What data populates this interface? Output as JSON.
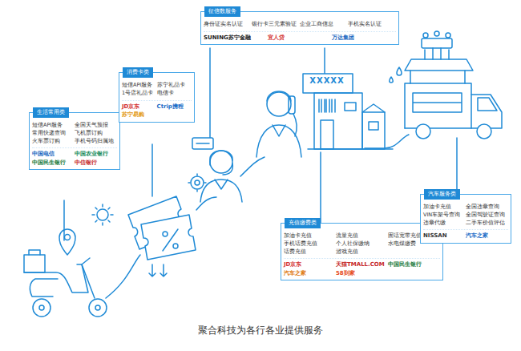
{
  "diagram": {
    "caption": "聚合科技为各行各业提供服务",
    "nodes": [
      {
        "text": [
          "生活常用类",
          "短信API服务",
          "全国天气预报",
          "常用快递查询",
          "飞机票订购",
          "火车票订购",
          "手机号码归属地",
          "中国电信",
          "中国农业银行",
          "中国民生银行",
          "中信银行"
        ]
      },
      {
        "text": [
          "消费卡类",
          "短信API服务",
          "苏宁礼品卡",
          "1号店礼品卡",
          "电信卡",
          "JD京东",
          "Ctrip携程",
          "苏宁易购"
        ]
      },
      {
        "text": [
          "征信数服务",
          "身份证实名认证",
          "银行卡三元素验证",
          "企业工商信息",
          "手机实名认证",
          "SUNING苏宁金融",
          "宜人贷",
          "万达集团"
        ]
      },
      {
        "text": [
          "充值缴费类",
          "加油卡充值",
          "流量充值",
          "固话宽带充值",
          "手机话费充值",
          "个人社保缴纳",
          "水电煤缴费",
          "话费充值",
          "游戏充值",
          "JD京东",
          "天猫TMALL.COM",
          "中国民生银行",
          "汽车之家",
          "58到家"
        ]
      },
      {
        "text": [
          "汽车服务类",
          "加油卡充值",
          "全国违章查询",
          "VIN车架号查询",
          "全国驾驶证查询",
          "违章代缴",
          "二手车价值评估",
          "NISSAN",
          "汽车之家"
        ]
      }
    ],
    "labels": [
      "XXXXX"
    ]
  }
}
